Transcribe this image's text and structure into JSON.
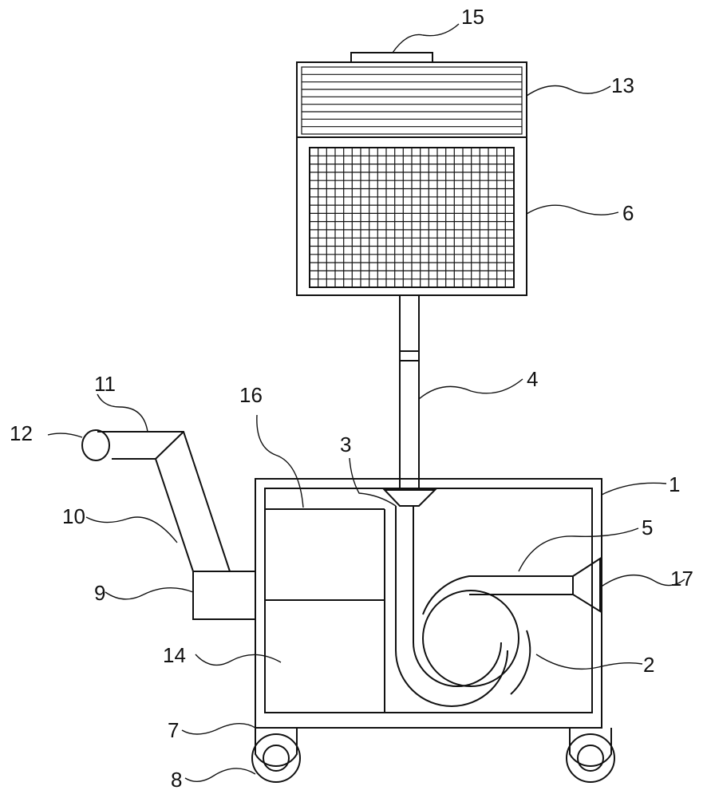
{
  "labels": {
    "l1": "1",
    "l2": "2",
    "l3": "3",
    "l4": "4",
    "l5": "5",
    "l6": "6",
    "l7": "7",
    "l8": "8",
    "l9": "9",
    "l10": "10",
    "l11": "11",
    "l12": "12",
    "l13": "13",
    "l14": "14",
    "l15": "15",
    "l16": "16",
    "l17": "17"
  },
  "colors": {
    "line": "#111111",
    "background": "#ffffff"
  }
}
